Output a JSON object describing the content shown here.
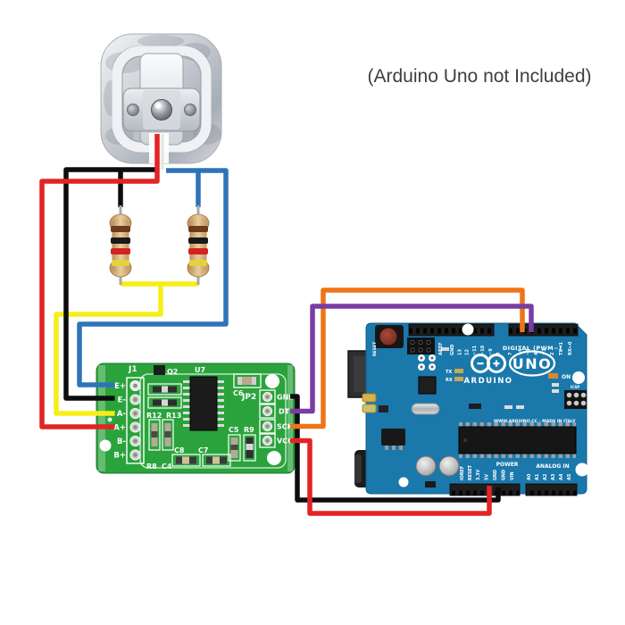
{
  "title_note": "(Arduino Uno not Included)",
  "colors": {
    "background": "#ffffff",
    "wire_black": "#0d0d0d",
    "wire_red": "#e32424",
    "wire_blue": "#2e73ba",
    "wire_yellow": "#f6ee18",
    "wire_orange": "#ee7418",
    "wire_purple": "#7b3da3",
    "wire_white": "#e6e3de",
    "hx711_green": "#2aa33c",
    "arduino_blue": "#1a78ab",
    "resistor_body": "#d8b88b"
  },
  "load_cell": {
    "wire_colors": [
      "red",
      "white",
      "black",
      "blue"
    ]
  },
  "resistors": {
    "count": 2,
    "band_colors": [
      "brown",
      "black",
      "red",
      "gold"
    ]
  },
  "hx711": {
    "j1_label": "J1",
    "jp2_label": "JP2",
    "left_pins": [
      "E+",
      "E-",
      "A-",
      "A+",
      "B-",
      "B+"
    ],
    "right_pins": [
      "GND",
      "DT",
      "SCK",
      "VCC"
    ],
    "component_labels": {
      "q2": "Q2",
      "u7": "U7",
      "c6": "C6",
      "r12": "R12",
      "r13": "R13",
      "r8": "R8",
      "c4": "C4",
      "c8": "C8",
      "c7": "C7",
      "c5": "C5",
      "r9": "R9"
    }
  },
  "arduino": {
    "brand": "ARDUINO",
    "model": "UNO",
    "digital_label": "DIGITAL (PWM~)",
    "power_label": "POWER",
    "analog_label": "ANALOG IN",
    "on_label": "ON",
    "tx_label": "TX",
    "rx_label": "RX",
    "reset_label": "RESET",
    "icsp_label": "ICSP",
    "madein_label": "WWW.ARDUINO.CC - MADE IN ITALY",
    "digital_pins": [
      "AREF",
      "GND",
      "13",
      "12",
      "~11",
      "~10",
      "~9",
      "8",
      "7",
      "~6",
      "~5",
      "4",
      "~3",
      "2",
      "TX→1",
      "RX←0"
    ],
    "power_pins": [
      "IOREF",
      "RESET",
      "3.3V",
      "5V",
      "GND",
      "GND",
      "VIN"
    ],
    "analog_pins": [
      "A0",
      "A1",
      "A2",
      "A3",
      "A4",
      "A5"
    ]
  },
  "connections": [
    {
      "wire": "black",
      "from": "Load cell",
      "to": "HX711 E- (and resistor 1 top lead)"
    },
    {
      "wire": "blue",
      "from": "Load cell",
      "to": "HX711 E+ (and resistor 2 top lead)"
    },
    {
      "wire": "red",
      "from": "Load cell",
      "to": "HX711 A+"
    },
    {
      "wire": "yellow",
      "from": "Resistor bottom leads junction",
      "to": "HX711 A-"
    },
    {
      "wire": "black",
      "from": "HX711 GND",
      "to": "Arduino GND (power header)"
    },
    {
      "wire": "purple",
      "from": "HX711 DT",
      "to": "Arduino digital ~5"
    },
    {
      "wire": "orange",
      "from": "HX711 SCK",
      "to": "Arduino digital ~6"
    },
    {
      "wire": "red",
      "from": "HX711 VCC",
      "to": "Arduino 5V"
    }
  ]
}
